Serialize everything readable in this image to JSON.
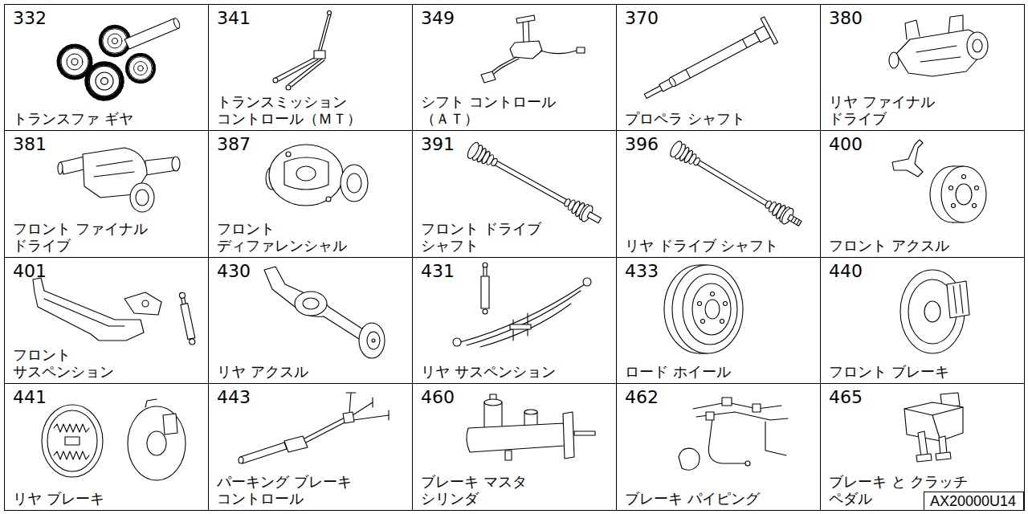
{
  "diagram": {
    "nodes": [
      {
        "text": [
          "332",
          "トランスファ ギヤ"
        ]
      },
      {
        "text": [
          "341",
          "トランスミッション コントロール（ＭＴ）"
        ]
      },
      {
        "text": [
          "349",
          "シフト コントロール （ＡＴ）"
        ]
      },
      {
        "text": [
          "370",
          "プロペラ シャフト"
        ]
      },
      {
        "text": [
          "380",
          "リヤ ファイナル ドライブ"
        ]
      },
      {
        "text": [
          "381",
          "フロント ファイナル ドライブ"
        ]
      },
      {
        "text": [
          "387",
          "フロント ディファレンシャル"
        ]
      },
      {
        "text": [
          "391",
          "フロント ドライブ シャフト"
        ]
      },
      {
        "text": [
          "396",
          "リヤ ドライブ シャフト"
        ]
      },
      {
        "text": [
          "400",
          "フロント アクスル"
        ]
      },
      {
        "text": [
          "401",
          "フロント サスペンション"
        ]
      },
      {
        "text": [
          "430",
          "リヤ アクスル"
        ]
      },
      {
        "text": [
          "431",
          "リヤ サスペンション"
        ]
      },
      {
        "text": [
          "433",
          "ロード ホイール"
        ]
      },
      {
        "text": [
          "440",
          "フロント ブレーキ"
        ]
      },
      {
        "text": [
          "441",
          "リヤ ブレーキ"
        ]
      },
      {
        "text": [
          "443",
          "パーキング ブレーキ コントロール"
        ]
      },
      {
        "text": [
          "460",
          "ブレーキ マスタ シリンダ"
        ]
      },
      {
        "text": [
          "462",
          "ブレーキ パイピング"
        ]
      },
      {
        "text": [
          "465",
          "ブレーキ と クラッチ ペダル"
        ]
      },
      {
        "text": [
          "AX20000U14"
        ]
      }
    ]
  }
}
